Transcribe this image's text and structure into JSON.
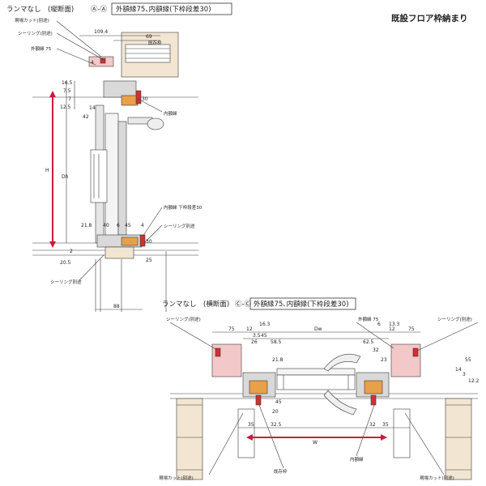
{
  "page_title": "既設フロア枠納まり",
  "vertical_section": {
    "heading": "ランマなし　(縦断面)",
    "section_mark": "Ⓐ-Ⓐ",
    "spec_box": "外額縁75､内額縁(下枠段差30)",
    "labels": {
      "field_cut": "現場カット(別途)",
      "sealing_top": "シーリング(別途)",
      "outer_trim": "外額縁 75",
      "existing_frame": "既存枠",
      "inner_trim": "内額縁",
      "inner_trim_sill": "内額縁 下枠段差30",
      "sealing_mid": "シーリング別途",
      "sealing_bottom": "シーリング別途"
    },
    "dims": {
      "d109": "109.4",
      "d69": "69",
      "d4": "4",
      "d165": "16.5",
      "d75": "7.5",
      "d7": "7",
      "d125": "12.5",
      "d14": "14",
      "d42": "42",
      "d30": "30",
      "H": "H",
      "Dh": "Dh",
      "d218": "21.8",
      "d40": "40",
      "d6": "6",
      "d45": "45",
      "d4b": "4",
      "d30b": "30",
      "d25": "25",
      "d2": "2",
      "d205": "20.5",
      "d88": "88"
    }
  },
  "horizontal_section": {
    "heading": "ランマなし　(横断面)",
    "section_mark": "Ⓒ-Ⓒ",
    "spec_box": "外額縁75､内額縁(下枠段差30)",
    "labels": {
      "sealing_left": "シーリング(別途)",
      "outer_trim": "外額縁 75",
      "sealing_right": "シーリング(別途)",
      "field_cut_left": "現場カット(別途)",
      "existing_frame": "既存枠",
      "inner_trim": "内額縁",
      "field_cut_right": "現場カット(別途)"
    },
    "dims": {
      "d75a": "75",
      "d12a": "12",
      "d163": "16.3",
      "d35a": "3.5",
      "d45a": "45",
      "d585": "58.5",
      "d26": "26",
      "Dw": "Dw",
      "d625": "62.5",
      "d6": "6",
      "d12b": "12",
      "d133": "13.3",
      "d75b": "75",
      "d32a": "32",
      "d23": "23",
      "d218": "21.8",
      "d55": "55",
      "d14": "14",
      "d3": "3",
      "d122": "12.2",
      "d45b": "45",
      "d20": "20",
      "d35b": "35",
      "d325": "32.5",
      "d32b": "32",
      "d35c": "35",
      "W": "W"
    }
  },
  "colors": {
    "line": "#3a3a3a",
    "aluminum": "#d9d9d9",
    "resin_orange": "#e8a04a",
    "sealant_red": "#d23030",
    "arrow_red": "#cc1a3a",
    "wood_tan": "#f2e6d2",
    "trim_pink": "#f3c8c8"
  }
}
